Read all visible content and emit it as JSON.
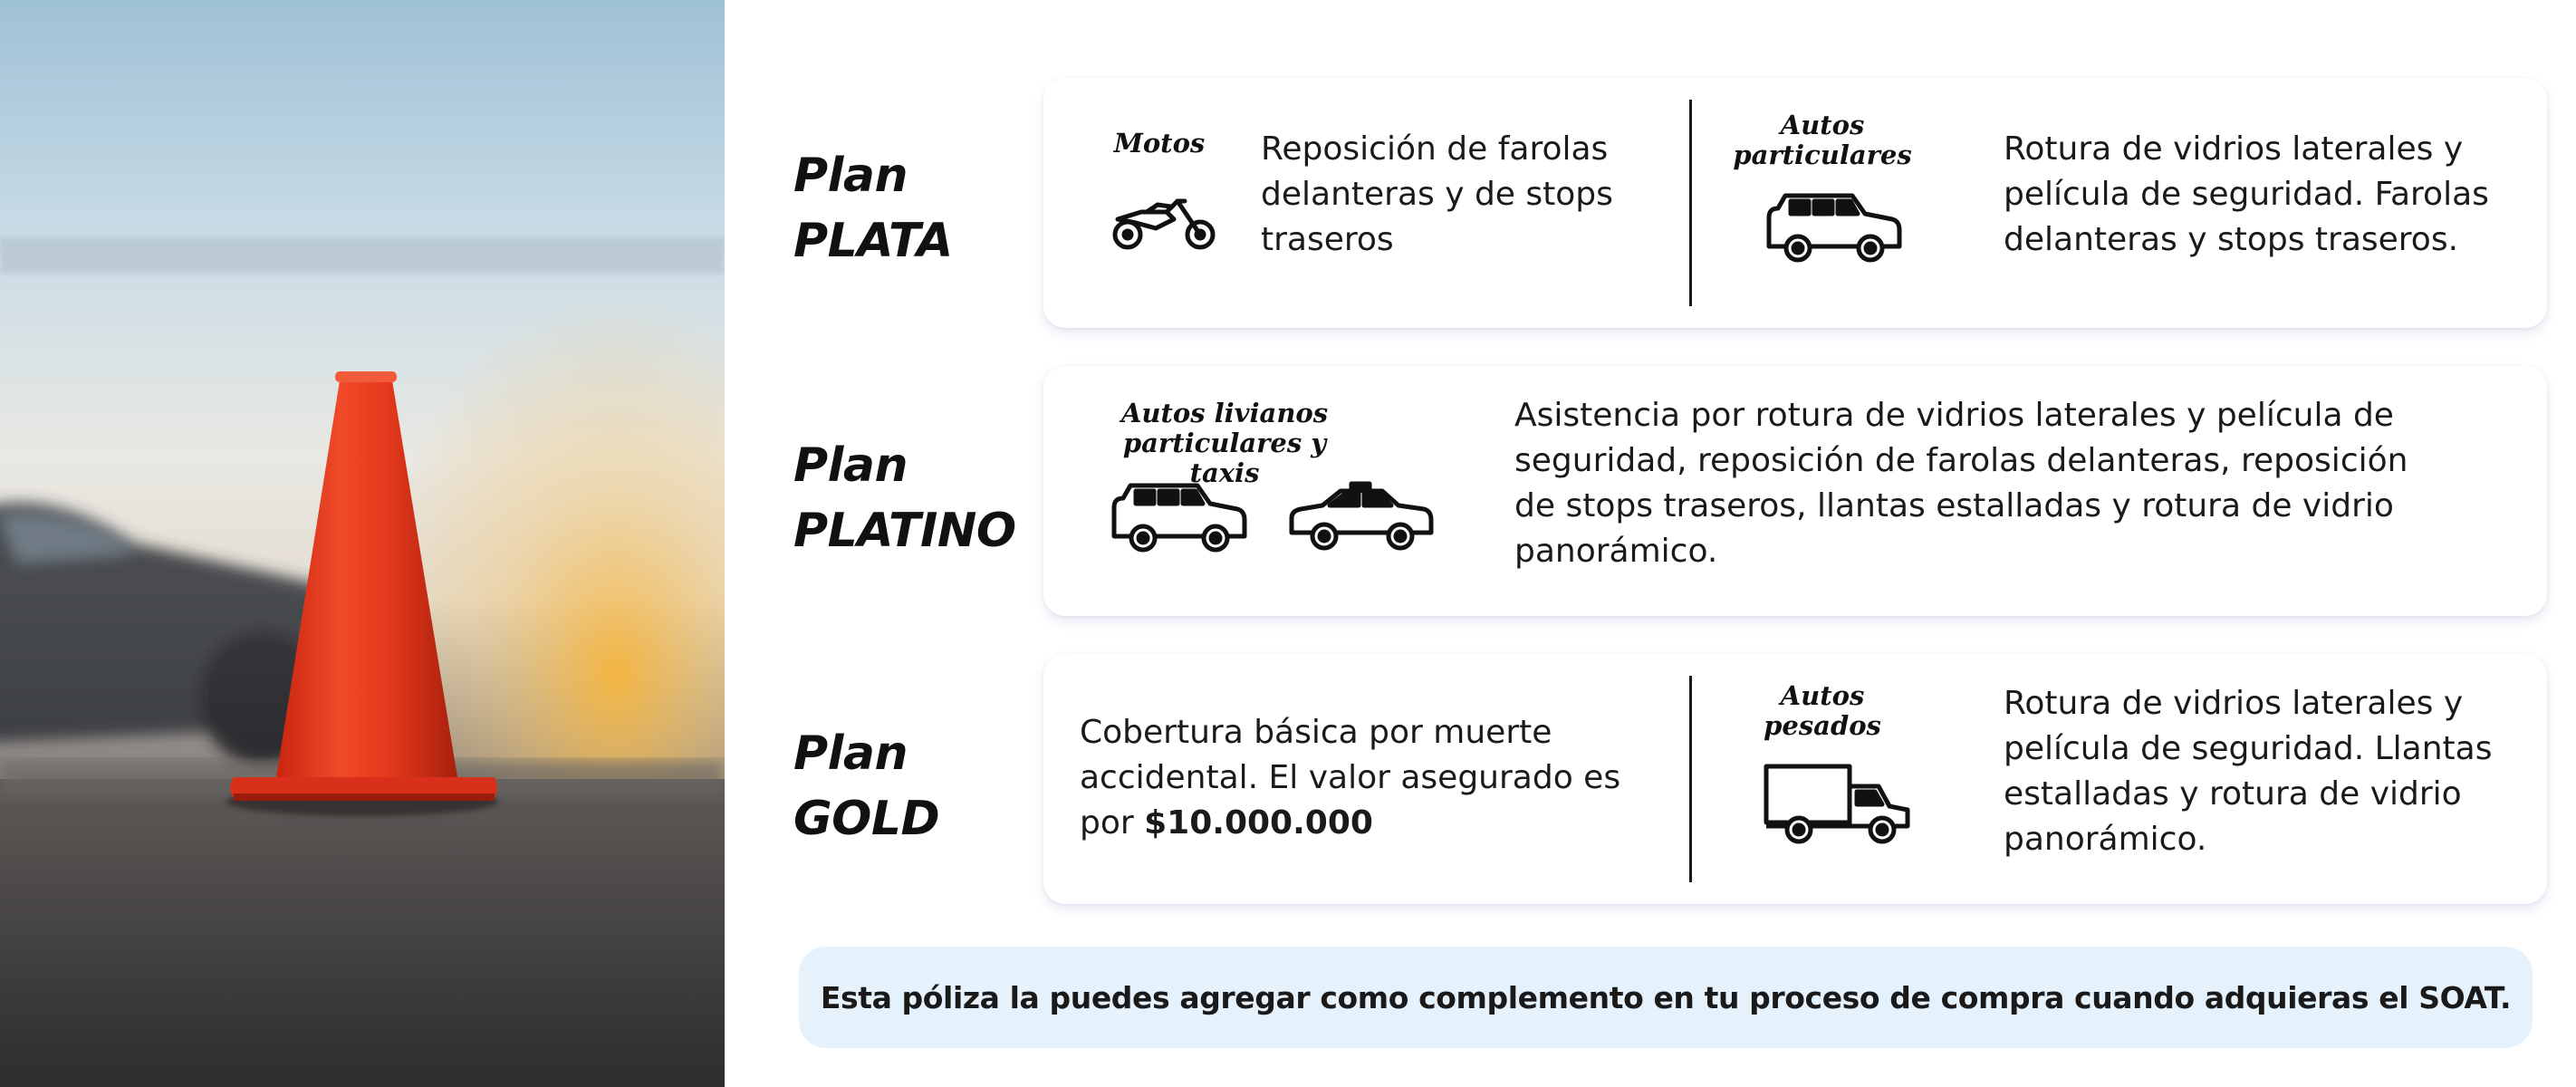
{
  "photo": {
    "alt": "traffic-cone-photo"
  },
  "plans": [
    {
      "title_line1": "Plan",
      "title_line2": "PLATA",
      "left_label": "Motos",
      "left_desc": "Reposición de farolas delanteras y de stops traseros",
      "right_label_line1": "Autos",
      "right_label_line2": "particulares",
      "right_desc": "Rotura de vidrios laterales y película de seguridad. Farolas delanteras y stops traseros."
    },
    {
      "title_line1": "Plan",
      "title_line2": "PLATINO",
      "label_line1": "Autos livianos",
      "label_line2": "particulares y taxis",
      "desc": "Asistencia por rotura de vidrios laterales y película de seguridad, reposición de farolas delanteras, reposición de stops traseros, llantas estalladas y rotura de vidrio panorámico."
    },
    {
      "title_line1": "Plan",
      "title_line2": "GOLD",
      "left_desc": "Cobertura básica por muerte accidental. El valor asegurado es por ",
      "left_desc_bold": "$10.000.000",
      "right_label_line1": "Autos",
      "right_label_line2": "pesados",
      "right_desc": "Rotura de vidrios laterales y película de seguridad. Llantas estalladas y rotura de vidrio panorámico."
    }
  ],
  "icons": {
    "plata_left": "motorcycle-icon",
    "plata_right": "suv-icon",
    "platino_a": "suv-icon",
    "platino_b": "sedan-taxi-icon",
    "gold_right": "truck-icon"
  },
  "note": "Esta póliza la puedes agregar como complemento en tu proceso de compra cuando adquieras el SOAT.",
  "colors": {
    "cone": "#e8371e",
    "note_bg": "#e6f2fb",
    "text": "#1a1a1a"
  }
}
